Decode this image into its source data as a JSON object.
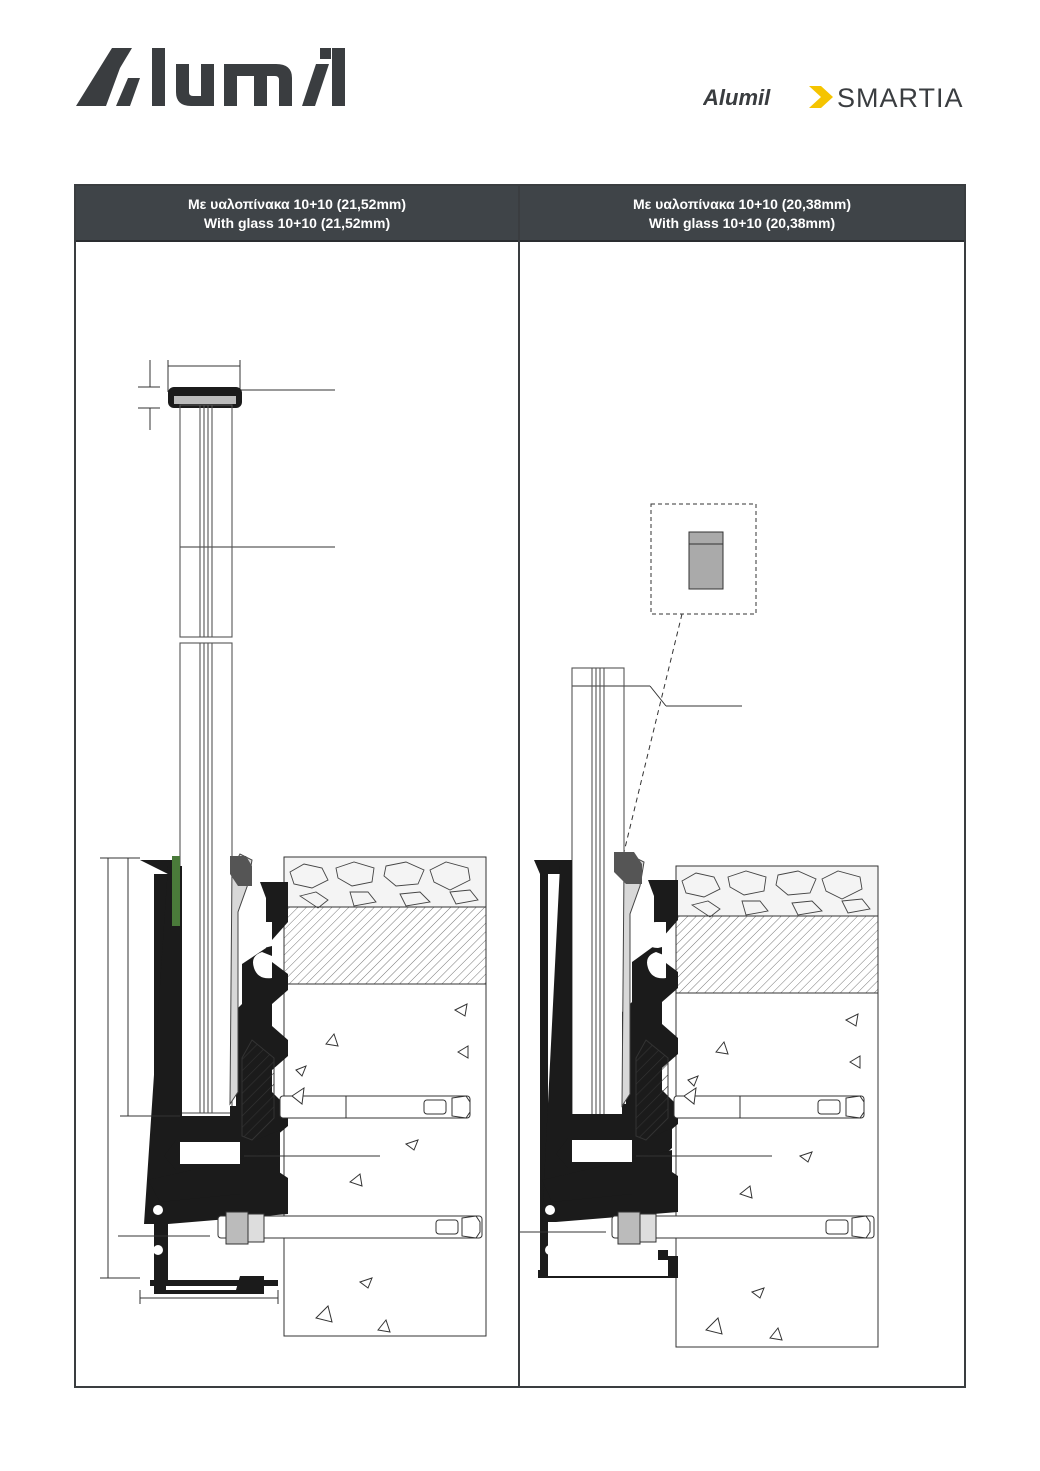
{
  "logo": {
    "brand_text": "Alumil"
  },
  "smartia_logo": {
    "brand_text": "Alumil",
    "product_text": "SMARTIA",
    "accent_color": "#f5c400"
  },
  "panels": [
    {
      "title_gr": "Με υαλοπίνακα 10+10 (21,52mm)",
      "title_en": "With glass 10+10 (21,52mm)"
    },
    {
      "title_gr": "Με υαλοπίνακα 10+10 (20,38mm)",
      "title_en": "With glass 10+10 (20,38mm)"
    }
  ],
  "colors": {
    "header_bg": "#3f4448",
    "profile": "#1b1b1b",
    "gasket": "#8a8d90",
    "green_gasket": "#4a7a3a",
    "text": "#3a3d40"
  }
}
